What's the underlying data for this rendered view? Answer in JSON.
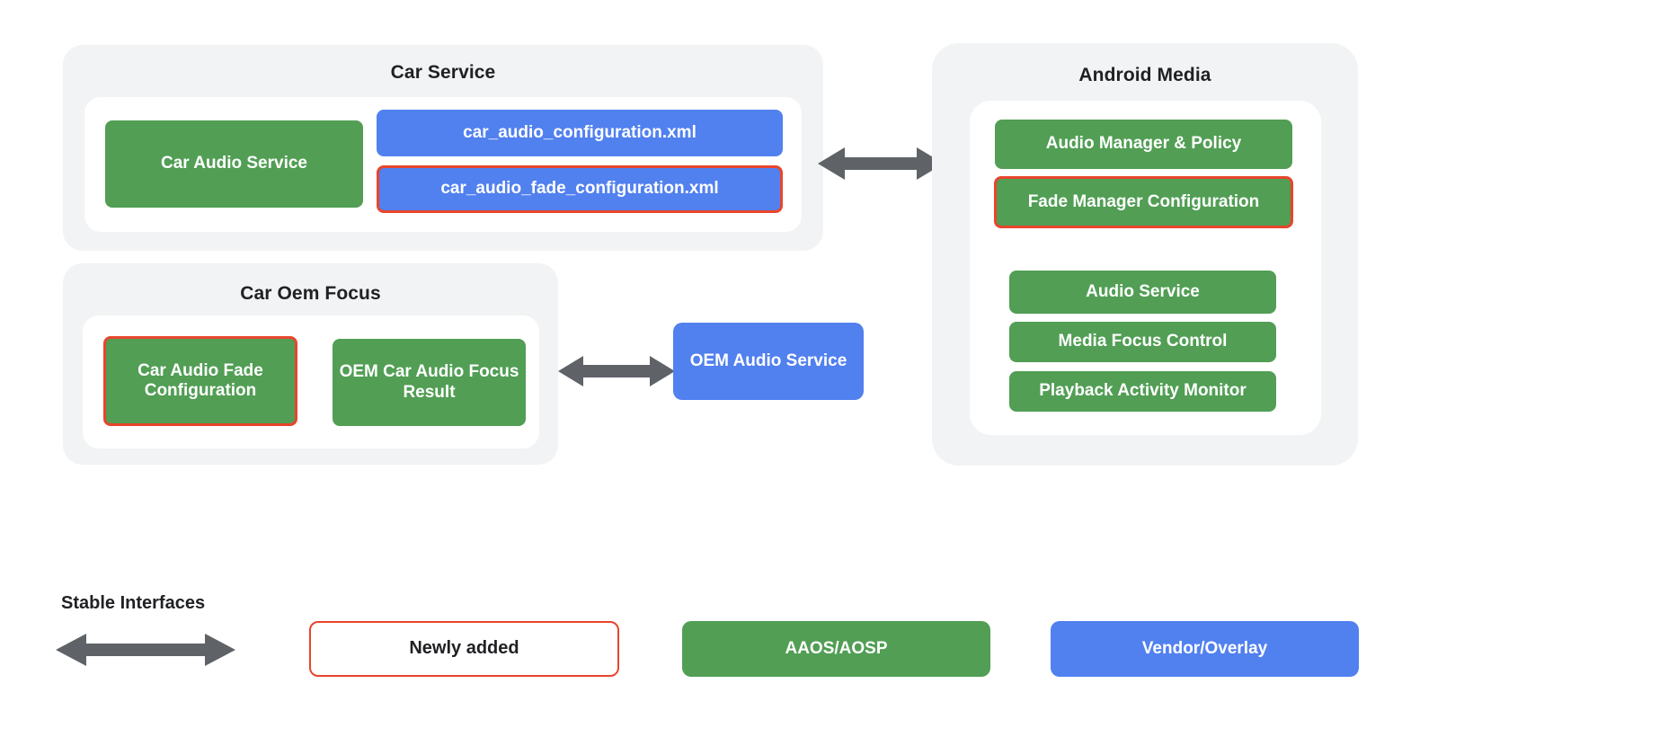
{
  "diagram": {
    "groups": [
      {
        "id": "car-service",
        "title": "Car Service",
        "boxes": [
          {
            "label": "Car Audio Service",
            "type": "green",
            "outlined": false
          },
          {
            "label": "car_audio_configuration.xml",
            "type": "blue",
            "outlined": false
          },
          {
            "label": "car_audio_fade_configuration.xml",
            "type": "blue",
            "outlined": true
          }
        ]
      },
      {
        "id": "car-oem-focus",
        "title": "Car Oem Focus",
        "boxes": [
          {
            "label": "Car Audio Fade Configuration",
            "type": "green",
            "outlined": true
          },
          {
            "label": "OEM Car Audio Focus Result",
            "type": "green",
            "outlined": false
          }
        ]
      },
      {
        "id": "android-media",
        "title": "Android Media",
        "boxes": [
          {
            "label": "Audio Manager & Policy",
            "type": "green",
            "outlined": false
          },
          {
            "label": "Fade Manager Configuration",
            "type": "green",
            "outlined": true
          },
          {
            "label": "Audio Service",
            "type": "green",
            "outlined": false
          },
          {
            "label": "Media Focus Control",
            "type": "green",
            "outlined": false
          },
          {
            "label": "Playback Activity Monitor",
            "type": "green",
            "outlined": false
          }
        ]
      }
    ],
    "standalone": [
      {
        "id": "oem-audio-service",
        "label": "OEM Audio Service",
        "type": "blue",
        "outlined": false
      }
    ],
    "connectors": [
      {
        "id": "car-service-to-android-media",
        "kind": "double-arrow"
      },
      {
        "id": "car-oem-focus-to-oem-audio-service",
        "kind": "double-arrow"
      }
    ]
  },
  "legend": {
    "stable_interfaces_label": "Stable Interfaces",
    "items": [
      {
        "label": "Newly added",
        "type": "white-outlined"
      },
      {
        "label": "AAOS/AOSP",
        "type": "green"
      },
      {
        "label": "Vendor/Overlay",
        "type": "blue"
      }
    ]
  },
  "colors": {
    "green": "#519e54",
    "blue": "#5180ef",
    "highlight_outline": "#e8452c",
    "group_background": "#f1f3f4",
    "arrow": "#5f6368",
    "text_dark": "#202124"
  }
}
